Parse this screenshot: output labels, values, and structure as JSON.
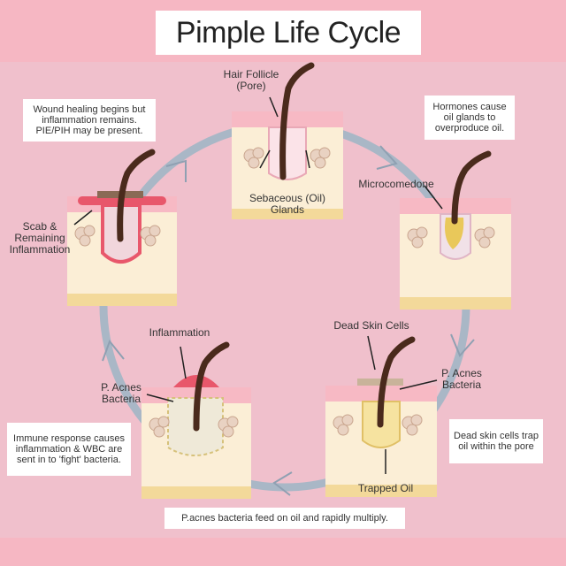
{
  "title": "Pimple Life Cycle",
  "labels": {
    "hair_follicle": "Hair Follicle (Pore)",
    "sebaceous_glands": "Sebaceous (Oil) Glands",
    "microcomedone": "Microcomedone",
    "dead_skin_cells": "Dead Skin Cells",
    "p_acnes_bacteria_right": "P. Acnes Bacteria",
    "trapped_oil": "Trapped Oil",
    "inflammation": "Inflammation",
    "p_acnes_bacteria_left": "P. Acnes Bacteria",
    "scab": "Scab & Remaining Inflammation"
  },
  "notes": {
    "hormones": "Hormones cause oil glands to overproduce oil.",
    "dead_skin_trap": "Dead skin cells trap oil within the pore",
    "bacteria_multiply": "P.acnes bacteria feed on oil and rapidly multiply.",
    "immune_response": "Immune response causes inflammation & WBC are sent in to 'fight' bacteria.",
    "wound_healing": "Wound healing begins but inflammation remains. PIE/PIH may be present."
  },
  "colors": {
    "background": "#f0c0cc",
    "band": "#f6b7c3",
    "skin": "#fbeed6",
    "skin_top": "#f7b9c4",
    "skin_base": "#f3d99a",
    "cycle_ring": "#a9b7c6",
    "hair": "#4a2a1c",
    "oil": "#e9c85a",
    "inflammation": "#e8576b"
  },
  "icons": [
    "arrow-icon",
    "hair-icon",
    "oil-gland-icon",
    "cycle-chevron-icon"
  ]
}
